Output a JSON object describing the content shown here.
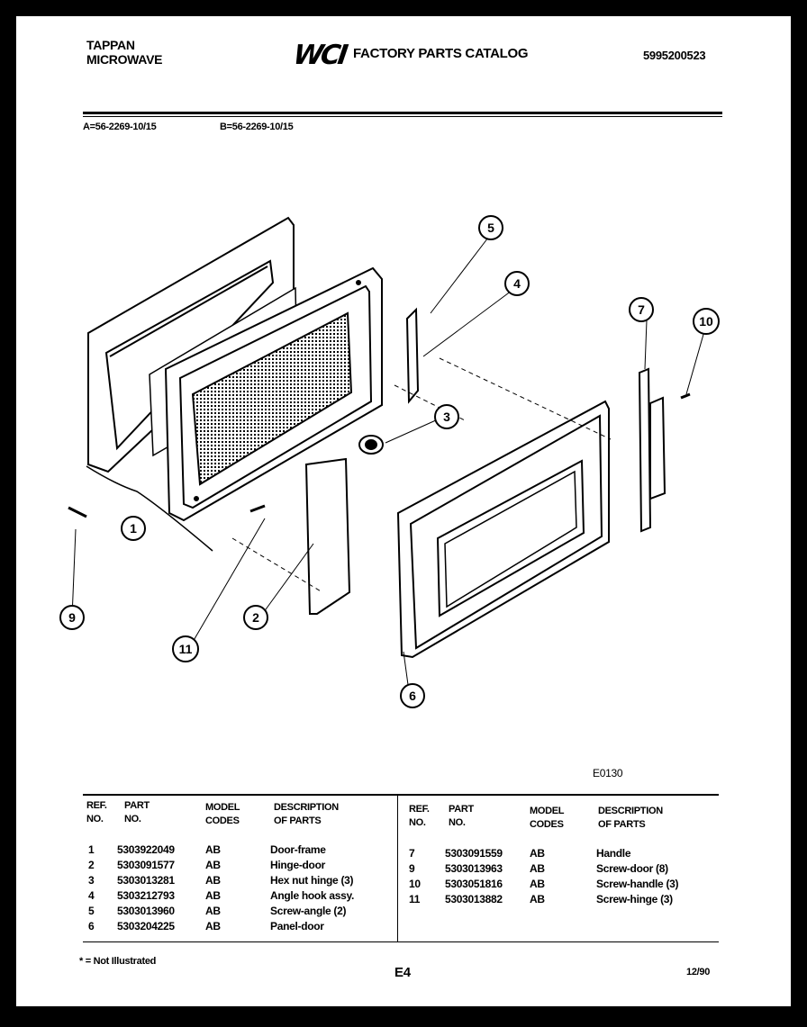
{
  "header": {
    "brand_line1": "TAPPAN",
    "brand_line2": "MICROWAVE",
    "logo": "WCI",
    "title": "FACTORY PARTS CATALOG",
    "catalog_number": "5995200523"
  },
  "models": {
    "a": "A=56-2269-10/15",
    "b": "B=56-2269-10/15"
  },
  "diagram": {
    "code": "E0130",
    "callouts": [
      "1",
      "2",
      "3",
      "4",
      "5",
      "6",
      "7",
      "9",
      "10",
      "11"
    ]
  },
  "table": {
    "headers": {
      "ref_1": "REF.",
      "ref_2": "NO.",
      "part_1": "PART",
      "part_2": "NO.",
      "model_1": "MODEL",
      "model_2": "CODES",
      "desc_1": "DESCRIPTION",
      "desc_2": "OF PARTS"
    },
    "left_rows": [
      {
        "ref": "1",
        "part": "5303922049",
        "codes": "AB",
        "desc": "Door-frame"
      },
      {
        "ref": "2",
        "part": "5303091577",
        "codes": "AB",
        "desc": "Hinge-door"
      },
      {
        "ref": "3",
        "part": "5303013281",
        "codes": "AB",
        "desc": "Hex nut hinge (3)"
      },
      {
        "ref": "4",
        "part": "5303212793",
        "codes": "AB",
        "desc": "Angle hook assy."
      },
      {
        "ref": "5",
        "part": "5303013960",
        "codes": "AB",
        "desc": "Screw-angle (2)"
      },
      {
        "ref": "6",
        "part": "5303204225",
        "codes": "AB",
        "desc": "Panel-door"
      }
    ],
    "right_rows": [
      {
        "ref": "7",
        "part": "5303091559",
        "codes": "AB",
        "desc": "Handle"
      },
      {
        "ref": "9",
        "part": "5303013963",
        "codes": "AB",
        "desc": "Screw-door (8)"
      },
      {
        "ref": "10",
        "part": "5303051816",
        "codes": "AB",
        "desc": "Screw-handle (3)"
      },
      {
        "ref": "11",
        "part": "5303013882",
        "codes": "AB",
        "desc": "Screw-hinge (3)"
      }
    ]
  },
  "footer": {
    "note": "* = Not Illustrated",
    "page": "E4",
    "date": "12/90"
  }
}
